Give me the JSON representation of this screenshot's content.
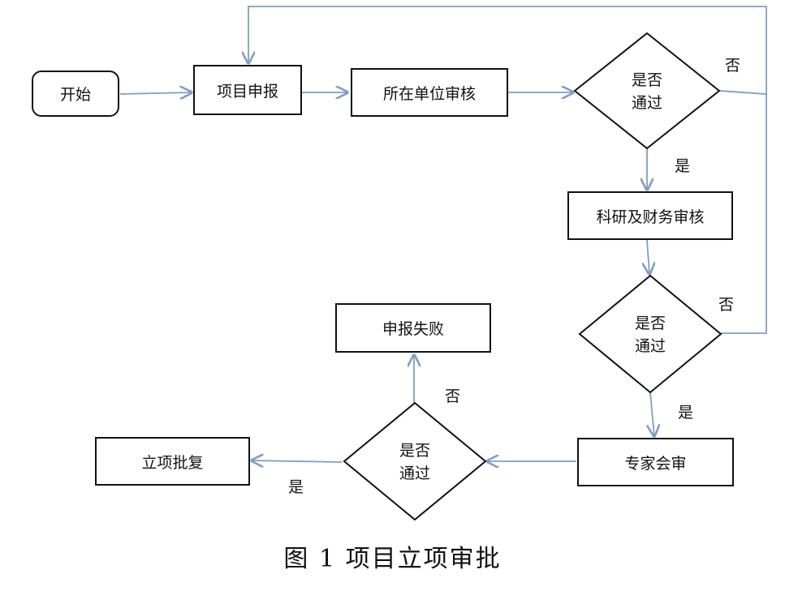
{
  "nodes": {
    "start": "开始",
    "apply": "项目申报",
    "unit_review": "所在单位审核",
    "decision1_line1": "是否",
    "decision1_line2": "通过",
    "research_finance_review": "科研及财务审核",
    "decision2_line1": "是否",
    "decision2_line2": "通过",
    "expert_review": "专家会审",
    "decision3_line1": "是否",
    "decision3_line2": "通过",
    "approved": "立项批复",
    "failed": "申报失败"
  },
  "edge_labels": {
    "d1_no": "否",
    "d1_yes": "是",
    "d2_no": "否",
    "d2_yes": "是",
    "d3_no": "否",
    "d3_yes": "是"
  },
  "caption": "图 1  项目立项审批",
  "colors": {
    "arrow": "#7f9ec3",
    "border": "#111111"
  }
}
